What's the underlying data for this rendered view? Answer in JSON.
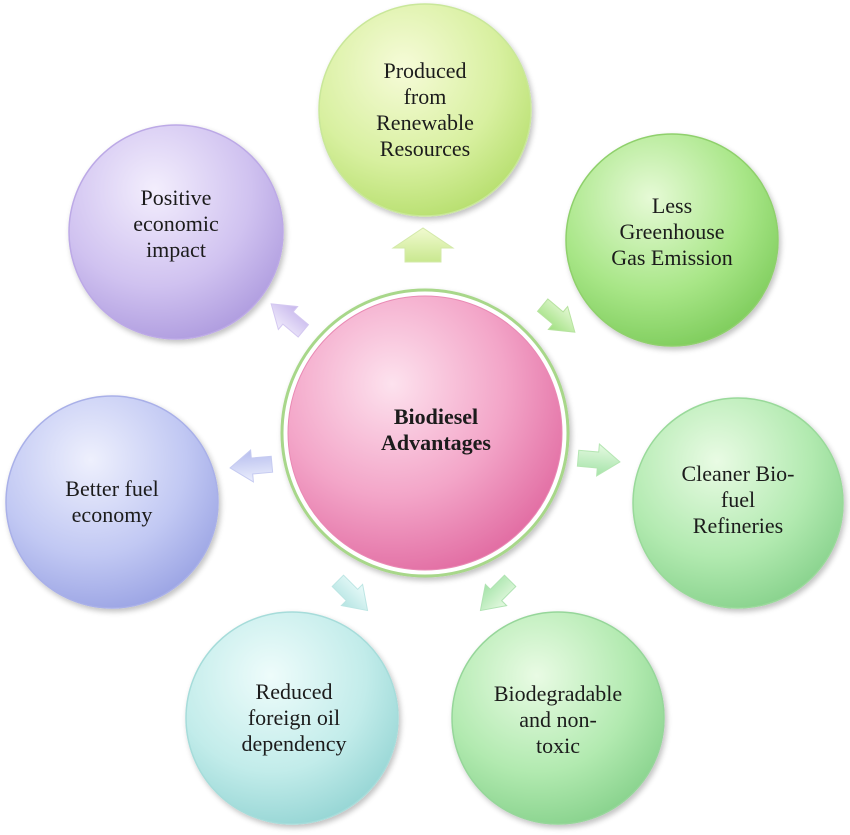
{
  "center": {
    "lines": [
      "Biodiesel",
      "Advantages"
    ]
  },
  "nodes": [
    {
      "id": "renewable",
      "lines": [
        "Produced",
        "from",
        "Renewable",
        "Resources"
      ]
    },
    {
      "id": "greenhouse",
      "lines": [
        "Less",
        "Greenhouse",
        "Gas Emission"
      ]
    },
    {
      "id": "refineries",
      "lines": [
        "Cleaner Bio-",
        "fuel",
        "Refineries"
      ]
    },
    {
      "id": "biodegradable",
      "lines": [
        "Biodegradable",
        "and non-",
        "toxic"
      ]
    },
    {
      "id": "foreign-oil",
      "lines": [
        "Reduced",
        "foreign oil",
        "dependency"
      ]
    },
    {
      "id": "fuel-economy",
      "lines": [
        "Better fuel",
        "economy"
      ]
    },
    {
      "id": "economic",
      "lines": [
        "Positive",
        "economic",
        "impact"
      ]
    }
  ]
}
